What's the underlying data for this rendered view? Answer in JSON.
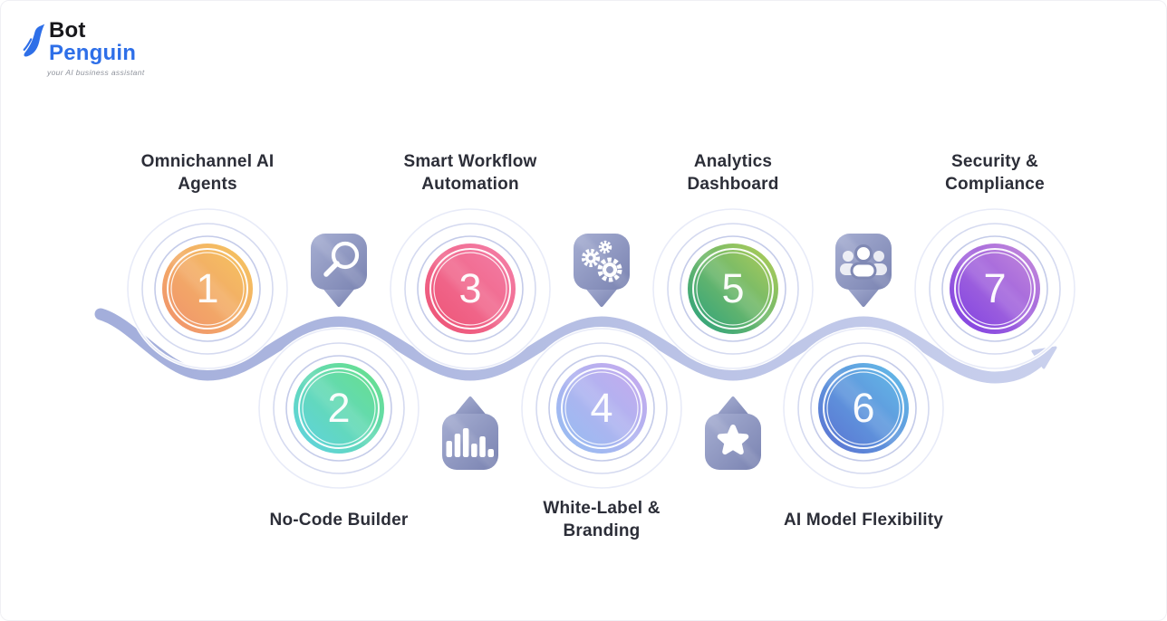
{
  "logo": {
    "brand_top": "Bot",
    "brand_bottom": "Penguin",
    "tagline": "your AI business assistant",
    "brand_color": "#2e6fe8",
    "brand_dark_color": "#17171b"
  },
  "diagram": {
    "wave": {
      "color_start": "#a3aedb",
      "color_end": "#c9d0ed"
    },
    "badge": {
      "color_start": "#a6aed2",
      "color_end": "#7a83b1"
    },
    "ring_colors": [
      "#c4cbe9",
      "#d5daf0",
      "#e8ebf8"
    ],
    "steps": [
      {
        "number": "1",
        "label": "Omnichannel AI\nAgents",
        "color_from": "#f5c75f",
        "color_to": "#f0906d"
      },
      {
        "number": "2",
        "label": "No-Code Builder",
        "color_from": "#68e087",
        "color_to": "#5ed2e4"
      },
      {
        "number": "3",
        "label": "Smart Workflow\nAutomation",
        "color_from": "#f481a9",
        "color_to": "#ed5173"
      },
      {
        "number": "4",
        "label": "White-Label &\nBranding",
        "color_from": "#c9a9ee",
        "color_to": "#94bef2"
      },
      {
        "number": "5",
        "label": "Analytics\nDashboard",
        "color_from": "#b6cf56",
        "color_to": "#25a07f"
      },
      {
        "number": "6",
        "label": "AI Model Flexibility",
        "color_from": "#64bfe9",
        "color_to": "#5a6fd1"
      },
      {
        "number": "7",
        "label": "Security &\nCompliance",
        "color_from": "#c78dda",
        "color_to": "#7c3ce1"
      }
    ],
    "connectors": [
      {
        "icon": "search-icon"
      },
      {
        "icon": "bar-chart-icon"
      },
      {
        "icon": "gears-icon"
      },
      {
        "icon": "star-icon"
      },
      {
        "icon": "team-icon"
      }
    ]
  }
}
